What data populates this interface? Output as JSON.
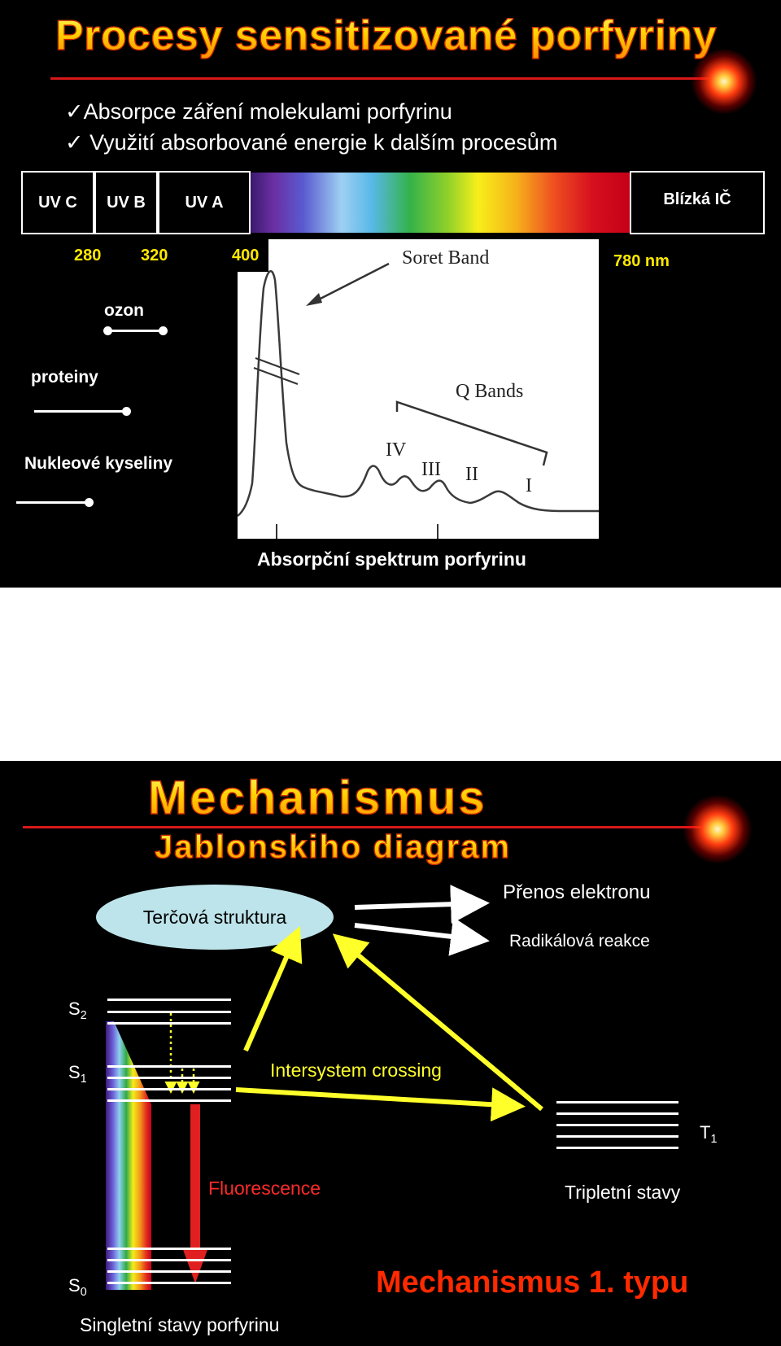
{
  "slide1": {
    "title": "Procesy sensitizované porfyriny",
    "bullets": [
      "✓Absorpce záření molekulami porfyrinu",
      "✓ Využití  absorbované energie k dalším procesům"
    ],
    "bands": [
      "UV C",
      "UV B",
      "UV A",
      "Blízká IČ"
    ],
    "wavelengths": [
      "280",
      "320",
      "400",
      "780 nm"
    ],
    "absorbers": {
      "ozon": "ozon",
      "proteiny": "proteiny",
      "nukleove": "Nukleové kyseliny"
    },
    "graph": {
      "soret": "Soret Band",
      "q_bands": "Q Bands",
      "peaks": [
        "IV",
        "III",
        "II",
        "I"
      ],
      "caption": "Absorpční spektrum porfyrinu"
    }
  },
  "slide2": {
    "title": "Mechanismus",
    "subtitle": "Jablonskiho diagram",
    "target": "Terčová struktura",
    "outcomes": [
      "Přenos elektronu",
      "Radikálová reakce"
    ],
    "levels": {
      "s2": "S",
      "s2_sub": "2",
      "s1": "S",
      "s1_sub": "1",
      "s0": "S",
      "s0_sub": "0",
      "t1": "T",
      "t1_sub": "1"
    },
    "isc": "Intersystem crossing",
    "fluorescence": "Fluorescence",
    "triplet": "Tripletní stavy",
    "singlet": "Singletní stavy porfyrinu",
    "mechanism": "Mechanismus 1. typu"
  },
  "colors": {
    "slide_bg": "#000000",
    "accent_red": "#d81818",
    "yellow": "#ffe800",
    "fluorescence_red": "#e02020",
    "target_ellipse": "#bde4ea"
  }
}
